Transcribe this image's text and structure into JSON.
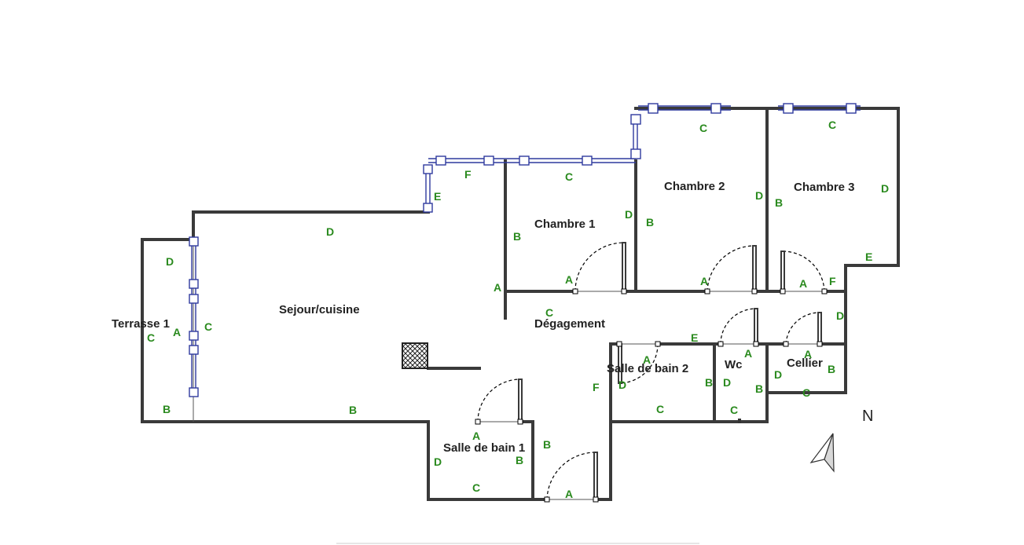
{
  "colors": {
    "wall": "#3a3a3a",
    "window": "#2f3a9e",
    "label_green": "#2a8a1e",
    "room_text": "#222222"
  },
  "rooms": {
    "terrasse": "Terrasse 1",
    "sejour": "Sejour/cuisine",
    "chambre1": "Chambre 1",
    "chambre2": "Chambre 2",
    "chambre3": "Chambre 3",
    "degagement": "Dégagement",
    "sdb1": "Salle de bain 1",
    "sdb2": "Salle de bain 2",
    "wc": "Wc",
    "cellier": "Cellier"
  },
  "compass": {
    "north_label": "N"
  },
  "wall_labels": [
    {
      "room": "terrasse",
      "text": "D"
    },
    {
      "room": "terrasse",
      "text": "C"
    },
    {
      "room": "terrasse",
      "text": "A"
    },
    {
      "room": "terrasse",
      "text": "B"
    },
    {
      "room": "sejour",
      "text": "C"
    },
    {
      "room": "sejour",
      "text": "D"
    },
    {
      "room": "sejour",
      "text": "E"
    },
    {
      "room": "sejour",
      "text": "F"
    },
    {
      "room": "sejour",
      "text": "B"
    },
    {
      "room": "chambre1",
      "text": "C"
    },
    {
      "room": "chambre1",
      "text": "B"
    },
    {
      "room": "chambre1",
      "text": "D"
    },
    {
      "room": "chambre1",
      "text": "A"
    },
    {
      "room": "chambre2",
      "text": "C"
    },
    {
      "room": "chambre2",
      "text": "B"
    },
    {
      "room": "chambre2",
      "text": "D"
    },
    {
      "room": "chambre2",
      "text": "A"
    },
    {
      "room": "chambre3",
      "text": "C"
    },
    {
      "room": "chambre3",
      "text": "D"
    },
    {
      "room": "chambre3",
      "text": "B"
    },
    {
      "room": "chambre3",
      "text": "E"
    },
    {
      "room": "chambre3",
      "text": "A"
    },
    {
      "room": "chambre3",
      "text": "F"
    },
    {
      "room": "degagement",
      "text": "A"
    },
    {
      "room": "degagement",
      "text": "C"
    },
    {
      "room": "degagement",
      "text": "D"
    },
    {
      "room": "degagement",
      "text": "E"
    },
    {
      "room": "degagement",
      "text": "F"
    },
    {
      "room": "degagement",
      "text": "A"
    },
    {
      "room": "sdb1",
      "text": "A"
    },
    {
      "room": "sdb1",
      "text": "B"
    },
    {
      "room": "sdb1",
      "text": "B"
    },
    {
      "room": "sdb1",
      "text": "D"
    },
    {
      "room": "sdb1",
      "text": "C"
    },
    {
      "room": "sdb2",
      "text": "A"
    },
    {
      "room": "sdb2",
      "text": "D"
    },
    {
      "room": "sdb2",
      "text": "B"
    },
    {
      "room": "sdb2",
      "text": "C"
    },
    {
      "room": "wc",
      "text": "A"
    },
    {
      "room": "wc",
      "text": "D"
    },
    {
      "room": "wc",
      "text": "B"
    },
    {
      "room": "wc",
      "text": "C"
    },
    {
      "room": "cellier",
      "text": "A"
    },
    {
      "room": "cellier",
      "text": "D"
    },
    {
      "room": "cellier",
      "text": "B"
    },
    {
      "room": "cellier",
      "text": "C"
    }
  ]
}
